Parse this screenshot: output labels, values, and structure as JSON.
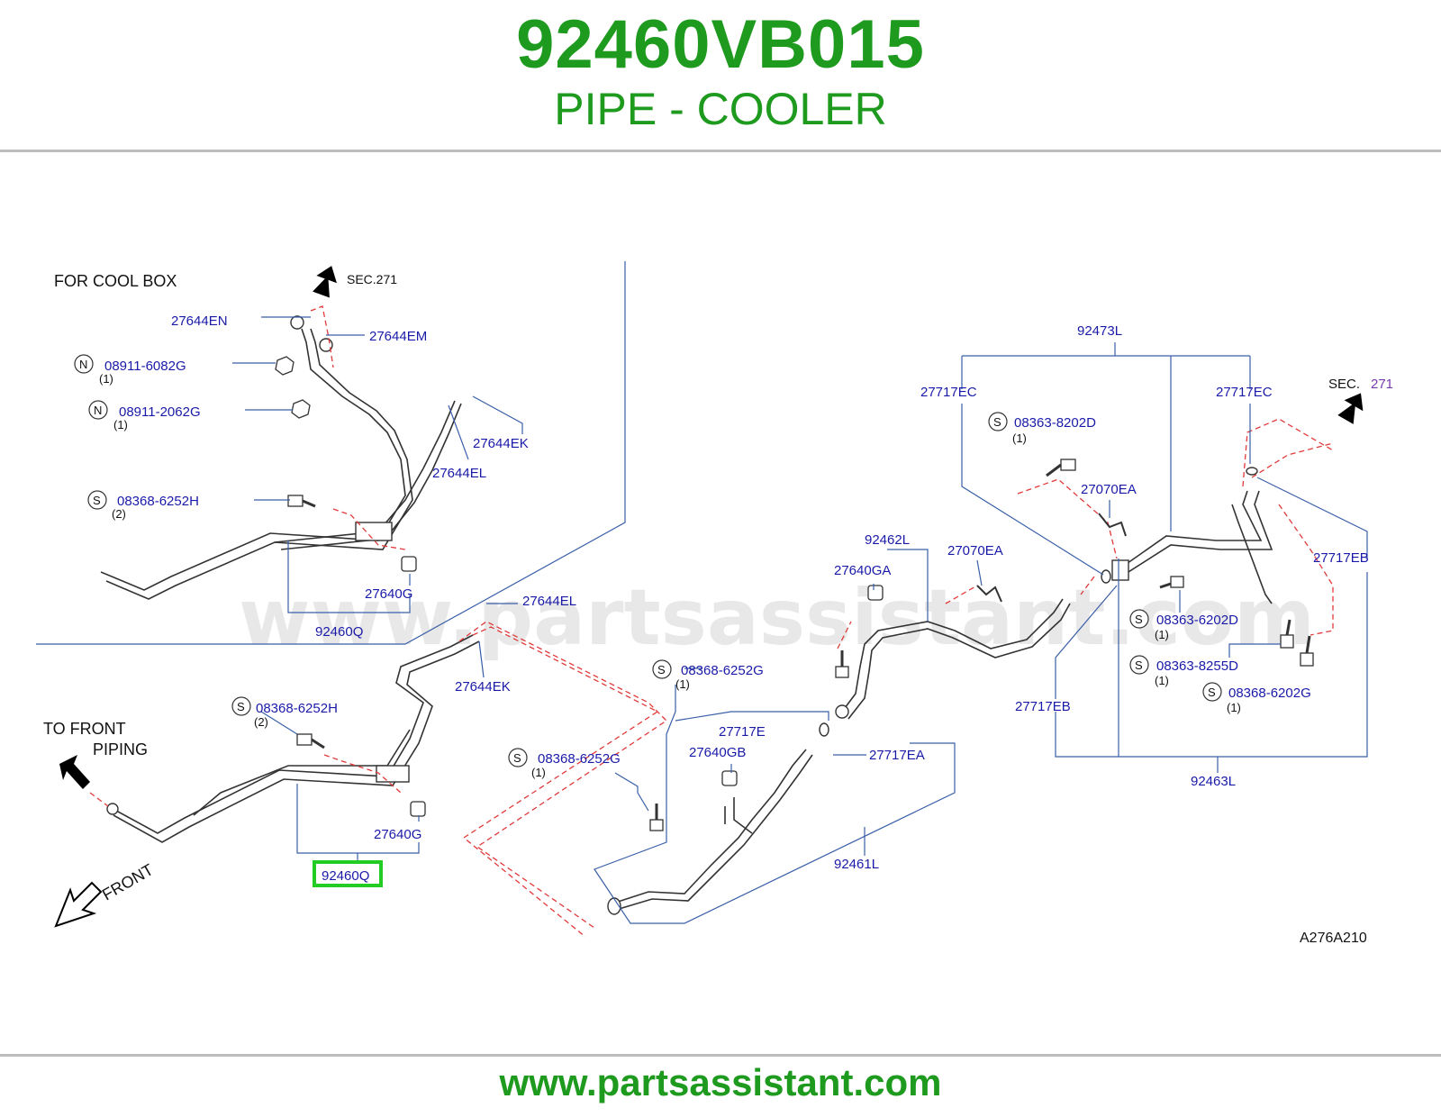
{
  "header": {
    "part_number": "92460VB015",
    "part_name": "PIPE - COOLER"
  },
  "footer": {
    "website": "www.partsassistant.com"
  },
  "watermark": "www.partsassistant.com",
  "diagram": {
    "code": "A276A210",
    "notes": {
      "cool_box": "FOR  COOL  BOX",
      "to_front": "TO  FRONT",
      "piping": "PIPING",
      "front": "FRONT",
      "sec271_a": "SEC.271",
      "sec_b": "SEC.",
      "sec_b_num": "271"
    },
    "symbols": {
      "n": "N",
      "s": "S"
    },
    "labels": {
      "p27644EN": "27644EN",
      "p27644EM": "27644EM",
      "p08911_6082G": "08911-6082G",
      "q08911_6082G": "(1)",
      "p08911_2062G": "08911-2062G",
      "q08911_2062G": "(1)",
      "p27644EK_top": "27644EK",
      "p27644EL_top": "27644EL",
      "p08368_6252H_top": "08368-6252H",
      "q08368_6252H_top": "(2)",
      "p27640G_top": "27640G",
      "p92460Q_top": "92460Q",
      "p27644EL_mid": "27644EL",
      "p27644EK_mid": "27644EK",
      "p08368_6252H_low": "08368-6252H",
      "q08368_6252H_low": "(2)",
      "p27640G_low": "27640G",
      "p92460Q_low": "92460Q",
      "p08368_6252G_a": "08368-6252G",
      "q08368_6252G_a": "(1)",
      "p08368_6252G_b": "08368-6252G",
      "q08368_6252G_b": "(1)",
      "p27717E": "27717E",
      "p27640GB": "27640GB",
      "p27717EA": "27717EA",
      "p92461L": "92461L",
      "p92462L": "92462L",
      "p27640GA": "27640GA",
      "p27070EA_a": "27070EA",
      "p27070EA_b": "27070EA",
      "p92473L": "92473L",
      "p27717EC_a": "27717EC",
      "p27717EC_b": "27717EC",
      "p08363_8202D": "08363-8202D",
      "q08363_8202D": "(1)",
      "p27717EB_a": "27717EB",
      "p27717EB_b": "27717EB",
      "p08363_6202D": "08363-6202D",
      "q08363_6202D": "(1)",
      "p08363_8255D": "08363-8255D",
      "q08363_8255D": "(1)",
      "p08368_6202G": "08368-6202G",
      "q08368_6202G": "(1)",
      "p92463L": "92463L"
    },
    "highlight_color": "#22cc22",
    "label_color": "#1a1aa8",
    "brand_color": "#1e9a1e"
  }
}
